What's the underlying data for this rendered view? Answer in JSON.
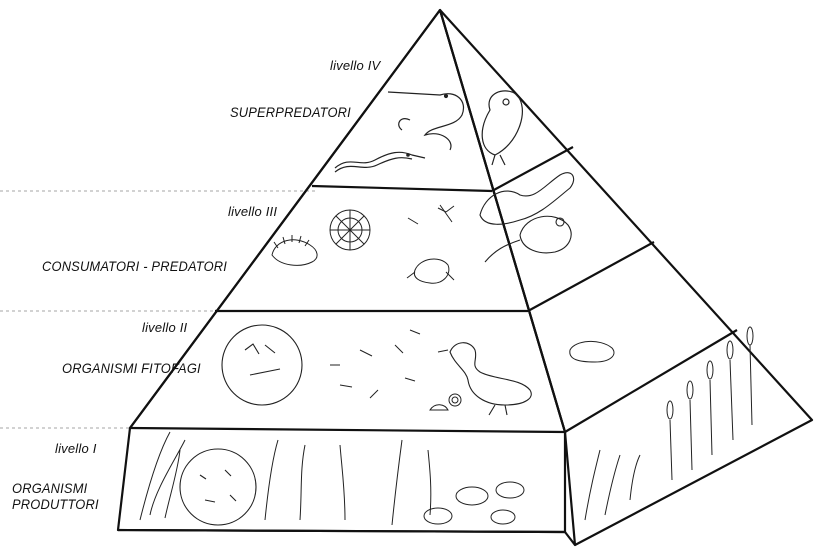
{
  "levels": [
    {
      "level_label": "livello IV",
      "name": "SUPERPREDATORI"
    },
    {
      "level_label": "livello III",
      "name": "CONSUMATORI - PREDATORI"
    },
    {
      "level_label": "livello II",
      "name": "ORGANISMI  FITOFAGI"
    },
    {
      "level_label": "livello I",
      "name_lines": [
        "ORGANISMI",
        "PRODUTTORI"
      ]
    }
  ],
  "icons": [
    "heron-icon",
    "owl-icon",
    "snake-icon",
    "bird-icon",
    "mouse-icon",
    "spider-web-icon",
    "hedgehog-icon",
    "frog-icon",
    "dragonfly-icon",
    "duck-icon",
    "snail-icon",
    "microscope-circle-icon",
    "reed-icon",
    "water-lily-icon",
    "grass-icon"
  ]
}
